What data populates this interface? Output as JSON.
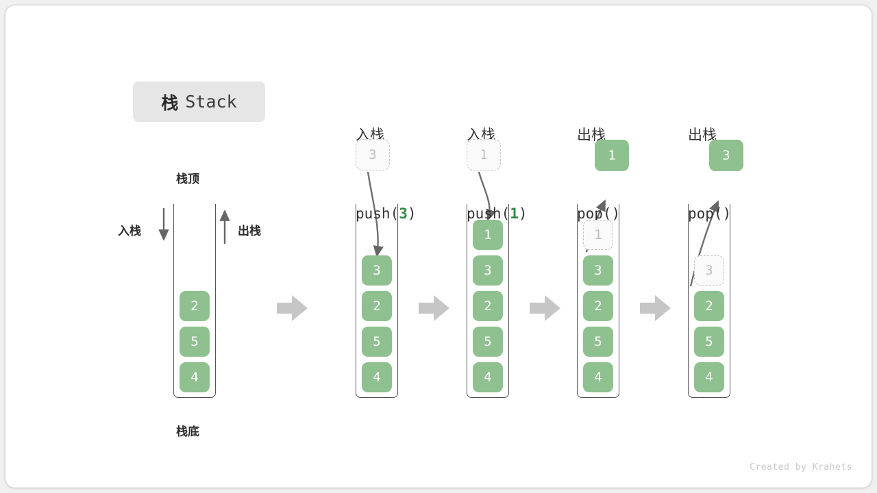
{
  "title": {
    "cn": "栈",
    "en": "Stack"
  },
  "labels": {
    "top": "栈顶",
    "bottom": "栈底",
    "push_arrow": "入栈",
    "pop_arrow": "出栈"
  },
  "colors": {
    "element": "#8fc08f",
    "element_text": "#ffffff",
    "ghost_border": "#c4c4c4",
    "ghost_text": "#c0c0c0",
    "accent_arg": "#2e8b45",
    "container_stroke": "#555555",
    "flow_arrow": "#c4c4c4",
    "chip_bg": "#e6e6e6"
  },
  "initial_stack": {
    "name": "initial",
    "elements": [
      "2",
      "5",
      "4"
    ]
  },
  "steps": [
    {
      "op": "入栈",
      "fn_prefix": "push(",
      "fn_arg": "3",
      "fn_suffix": ")",
      "kind": "push",
      "floating": "3",
      "elements": [
        "3",
        "2",
        "5",
        "4"
      ],
      "ghost_index": -1
    },
    {
      "op": "入栈",
      "fn_prefix": "push(",
      "fn_arg": "1",
      "fn_suffix": ")",
      "kind": "push",
      "floating": "1",
      "elements": [
        "1",
        "3",
        "2",
        "5",
        "4"
      ],
      "ghost_index": -1
    },
    {
      "op": "出栈",
      "fn_prefix": "pop(",
      "fn_arg": "",
      "fn_suffix": ")",
      "kind": "pop",
      "floating": "1",
      "elements": [
        "1",
        "3",
        "2",
        "5",
        "4"
      ],
      "ghost_index": 0
    },
    {
      "op": "出栈",
      "fn_prefix": "pop(",
      "fn_arg": "",
      "fn_suffix": ")",
      "kind": "pop",
      "floating": "3",
      "elements": [
        "3",
        "2",
        "5",
        "4"
      ],
      "ghost_index": 0
    }
  ],
  "footer": "Created by Krahets"
}
